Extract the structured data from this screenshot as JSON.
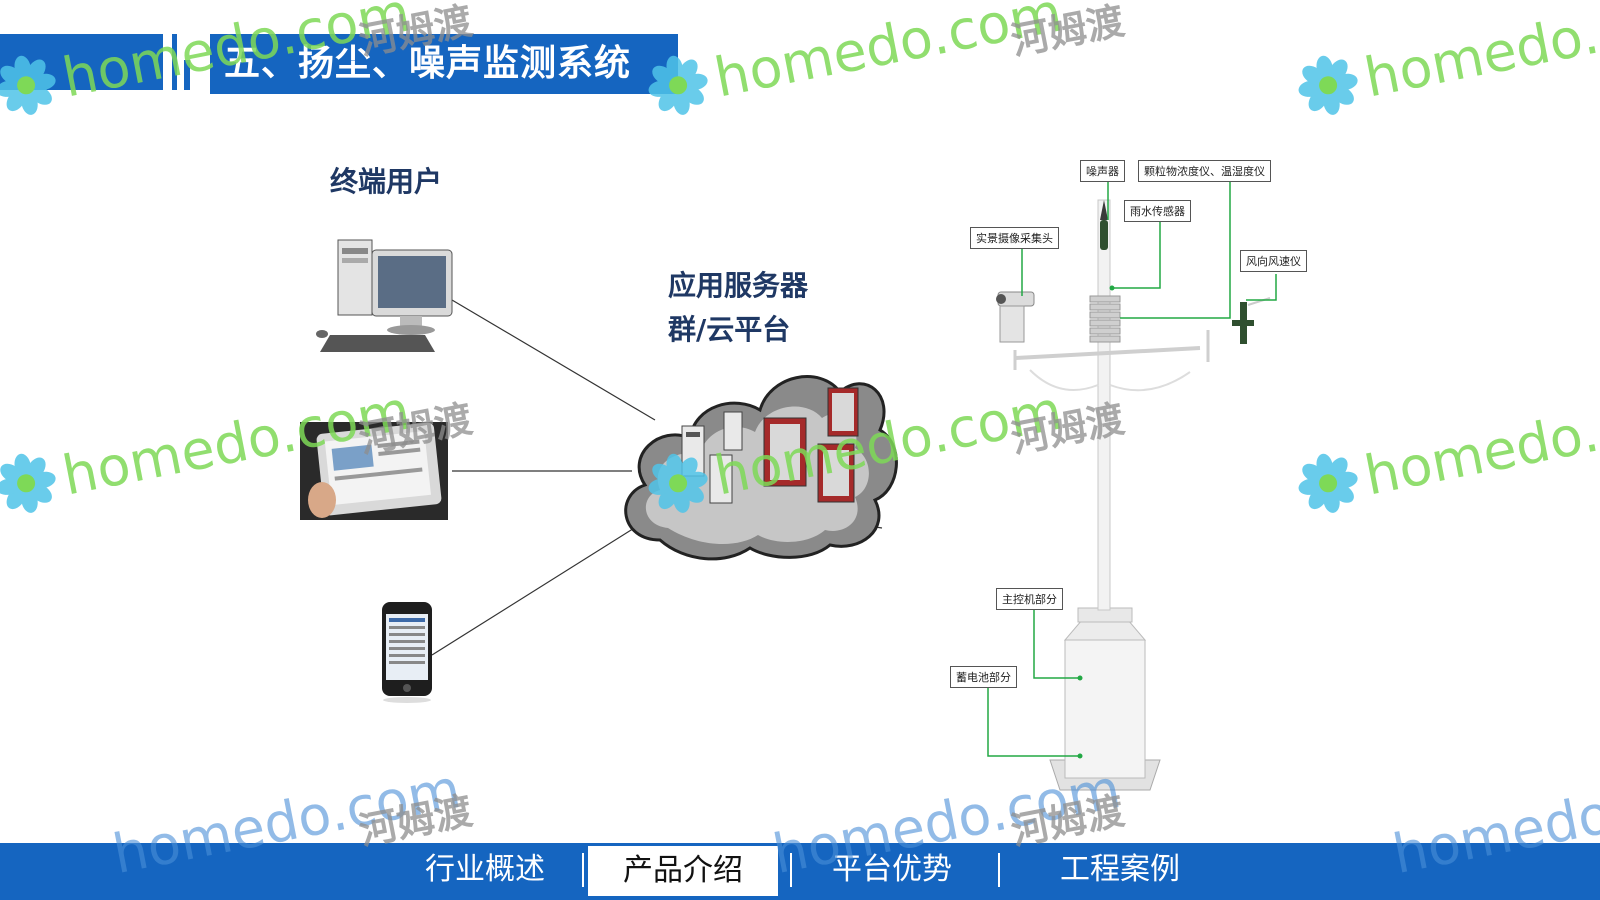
{
  "title": "五、扬尘、噪声监测系统",
  "labels": {
    "end_user": "终端用户",
    "server_line1": "应用服务器",
    "server_line2": "群/云平台"
  },
  "sensor_labels": {
    "noise": "噪声器",
    "particle": "颗粒物浓度仪、温湿度仪",
    "rain": "雨水传感器",
    "camera": "实景摄像采集头",
    "wind": "风向风速仪",
    "main_control": "主控机部分",
    "battery": "蓄电池部分"
  },
  "nav": {
    "items": [
      "行业概述",
      "产品介绍",
      "平台优势",
      "工程案例"
    ],
    "active_index": 1,
    "separator": "|"
  },
  "watermark": {
    "en": "homedo.com",
    "cn": "河姆渡"
  },
  "colors": {
    "brand_blue": "#1565c0",
    "label_navy": "#1f3864",
    "watermark_green": "#7ed957",
    "sensor_line_green": "#22a844"
  }
}
